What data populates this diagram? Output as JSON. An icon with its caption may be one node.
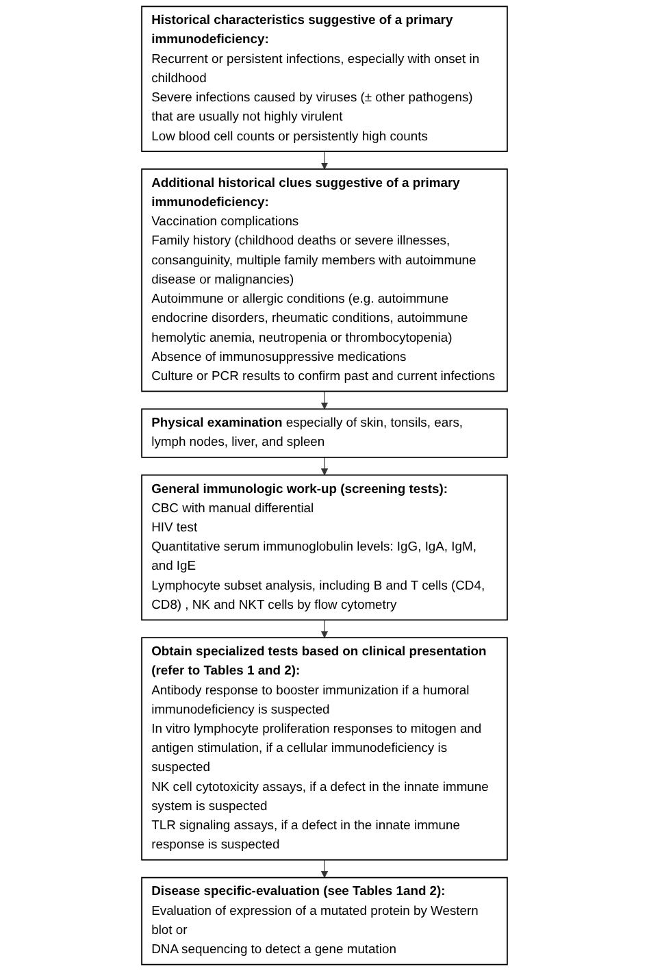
{
  "diagram": {
    "nodes": [
      {
        "text": [
          "Historical characteristics suggestive of a primary immunodeficiency:",
          "Recurrent or persistent infections, especially with onset in childhood",
          "Severe infections caused by viruses (± other pathogens) that are usually not highly virulent",
          "Low blood cell counts or persistently high counts"
        ]
      },
      {
        "text": [
          "Additional historical clues suggestive of a primary immunodeficiency:",
          "Vaccination complications",
          "Family history (childhood deaths or severe illnesses, consanguinity, multiple family members with autoimmune disease or malignancies)",
          "Autoimmune or allergic conditions (e.g. autoimmune endocrine disorders, rheumatic conditions, autoimmune hemolytic anemia, neutropenia or thrombocytopenia)",
          "Absence of immunosuppressive medications",
          "Culture or PCR results to confirm past and current infections"
        ]
      },
      {
        "text": [
          "**Physical examination** especially of skin, tonsils, ears, lymph nodes, liver, and spleen"
        ]
      },
      {
        "text": [
          "General immunologic work-up (screening tests):",
          "CBC with manual differential",
          "HIV test",
          "Quantitative serum immunoglobulin levels: IgG, IgA, IgM, and IgE",
          "Lymphocyte subset analysis, including B and T cells (CD4, CD8) , NK and NKT cells by flow cytometry"
        ]
      },
      {
        "text": [
          "Obtain specialized tests based on clinical presentation (refer to Tables 1 and 2):",
          "Antibody response to booster immunization if a humoral immunodeficiency is suspected",
          "In vitro lymphocyte proliferation responses to mitogen and antigen stimulation, if a cellular immunodeficiency is suspected",
          "NK cell cytotoxicity assays, if a defect in the innate immune system is suspected",
          "TLR signaling assays, if a defect in the innate immune response is suspected"
        ]
      },
      {
        "text": [
          "Disease specific-evaluation (see Tables 1and 2):",
          "Evaluation of expression of a mutated protein by Western blot or",
          "DNA sequencing to detect a gene mutation"
        ]
      }
    ],
    "edges": [
      {
        "from": 0,
        "to": 1,
        "arrow": "to"
      },
      {
        "from": 1,
        "to": 2,
        "arrow": "to"
      },
      {
        "from": 2,
        "to": 3,
        "arrow": "to"
      },
      {
        "from": 3,
        "to": 4,
        "arrow": "to"
      },
      {
        "from": 4,
        "to": 5,
        "arrow": "to"
      }
    ]
  }
}
